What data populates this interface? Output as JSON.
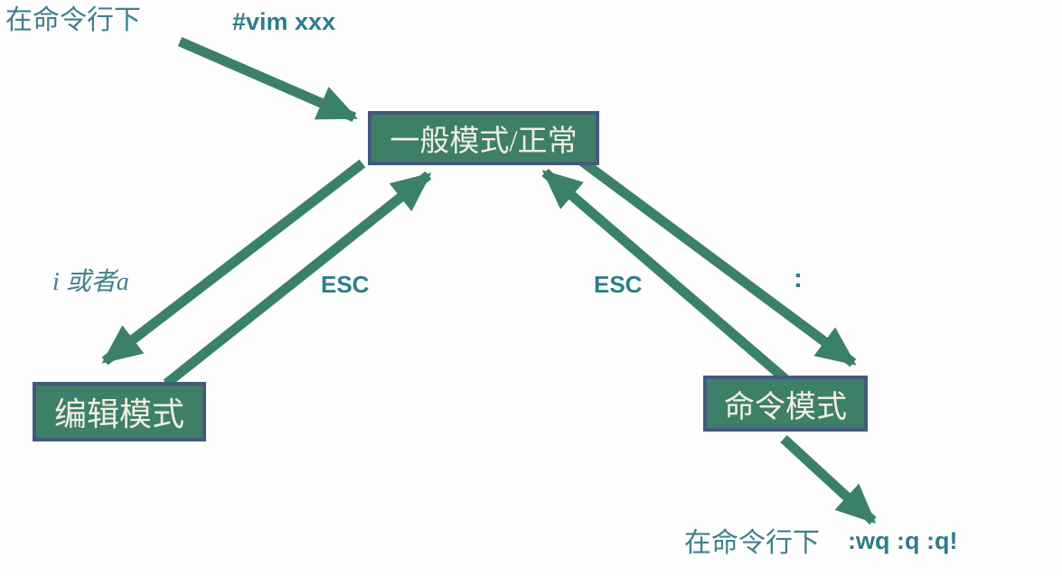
{
  "diagram": {
    "nodes": {
      "normal": {
        "label": "一般模式/正常"
      },
      "edit": {
        "label": "编辑模式"
      },
      "command": {
        "label": "命令模式"
      }
    },
    "labels": {
      "top_context": "在命令行下",
      "vim_command": "#vim xxx",
      "i_or_a": "i 或者a",
      "esc_left": "ESC",
      "esc_right": "ESC",
      "colon": ":",
      "bottom_context": "在命令行下",
      "quit_commands": ":wq :q :q!"
    },
    "arrows": [
      {
        "name": "arrow-vim-start",
        "meaning": "enter vim from command line"
      },
      {
        "name": "arrow-normal-to-edit",
        "meaning": "i 或者a"
      },
      {
        "name": "arrow-edit-to-normal",
        "meaning": "ESC"
      },
      {
        "name": "arrow-command-to-normal",
        "meaning": "ESC"
      },
      {
        "name": "arrow-normal-to-command",
        "meaning": ":"
      },
      {
        "name": "arrow-command-to-shell",
        "meaning": ":wq :q :q!"
      }
    ],
    "colors": {
      "arrow_green": "#3B8169",
      "node_fill": "#3E7F68",
      "node_border": "#44597D",
      "node_text": "#F2EFE0",
      "label_teal": "#3E818D",
      "key_teal": "#2F7C8C"
    }
  }
}
